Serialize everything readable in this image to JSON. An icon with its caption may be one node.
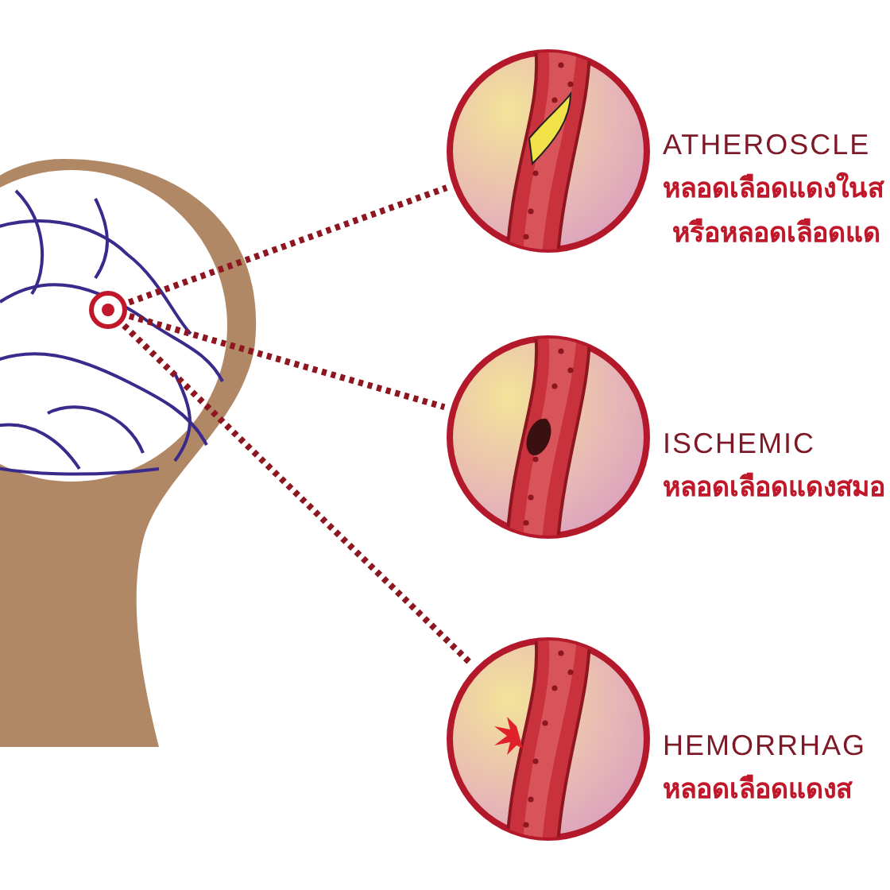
{
  "diagram": {
    "nodes": [
      {
        "text": [],
        "shape": "circle"
      },
      {
        "text": [],
        "shape": "picture",
        "beside": [
          "ATHEROSCLE",
          "หลอดเลือดแดงในส",
          "หรือหลอดเลือดแด"
        ]
      },
      {
        "text": [],
        "shape": "picture",
        "beside": [
          "ISCHEMIC",
          "หลอดเลือดแดงสมอ"
        ]
      },
      {
        "text": [],
        "shape": "picture",
        "beside": [
          "HEMORRHAG",
          "หลอดเลือดแดงส"
        ]
      }
    ],
    "edges": [
      {
        "from": 0,
        "to": 1,
        "arrow": "none",
        "style": "dashed"
      },
      {
        "from": 0,
        "to": 2,
        "arrow": "none",
        "style": "dashed"
      },
      {
        "from": 0,
        "to": 3,
        "arrow": "none",
        "style": "dashed"
      }
    ]
  }
}
